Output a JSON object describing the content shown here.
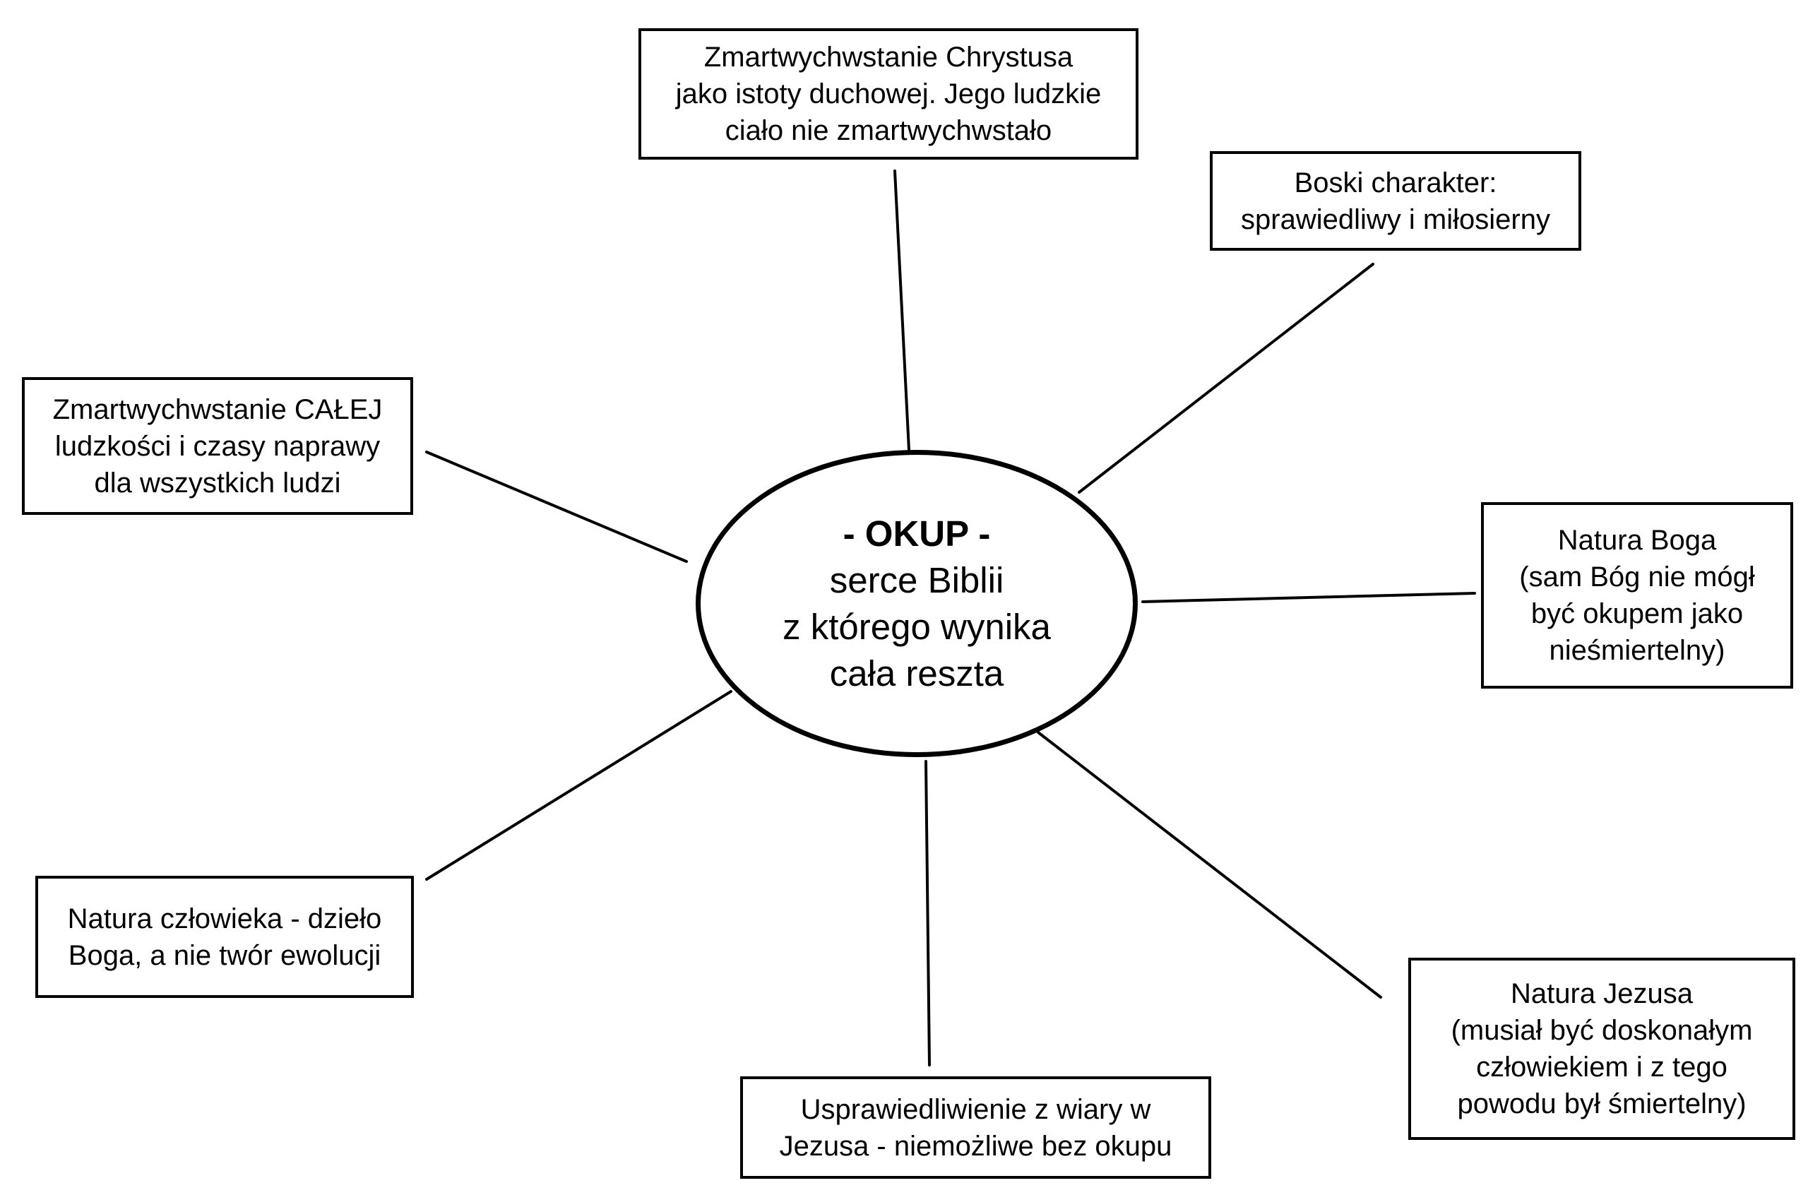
{
  "center": {
    "title": "- OKUP -",
    "lines": [
      "serce Biblii",
      "z którego wynika",
      "cała reszta"
    ]
  },
  "nodes": {
    "top": [
      "Zmartwychwstanie Chrystusa",
      "jako istoty duchowej. Jego ludzkie",
      "ciało nie zmartwychwstało"
    ],
    "top_right": [
      "Boski charakter:",
      "sprawiedliwy i miłosierny"
    ],
    "left": [
      "Zmartwychwstanie CAŁEJ",
      "ludzkości i czasy naprawy",
      "dla wszystkich ludzi"
    ],
    "right": [
      "Natura Boga",
      "(sam Bóg nie mógł",
      "być okupem jako",
      "nieśmiertelny)"
    ],
    "bottom_left": [
      "Natura człowieka - dzieło",
      "Boga, a nie twór ewolucji"
    ],
    "bottom": [
      "Usprawiedliwienie z wiary w",
      "Jezusa - niemożliwe bez okupu"
    ],
    "bottom_right": [
      "Natura Jezusa",
      "(musiał być doskonałym",
      "człowiekiem i z tego",
      "powodu był śmiertelny)"
    ]
  }
}
